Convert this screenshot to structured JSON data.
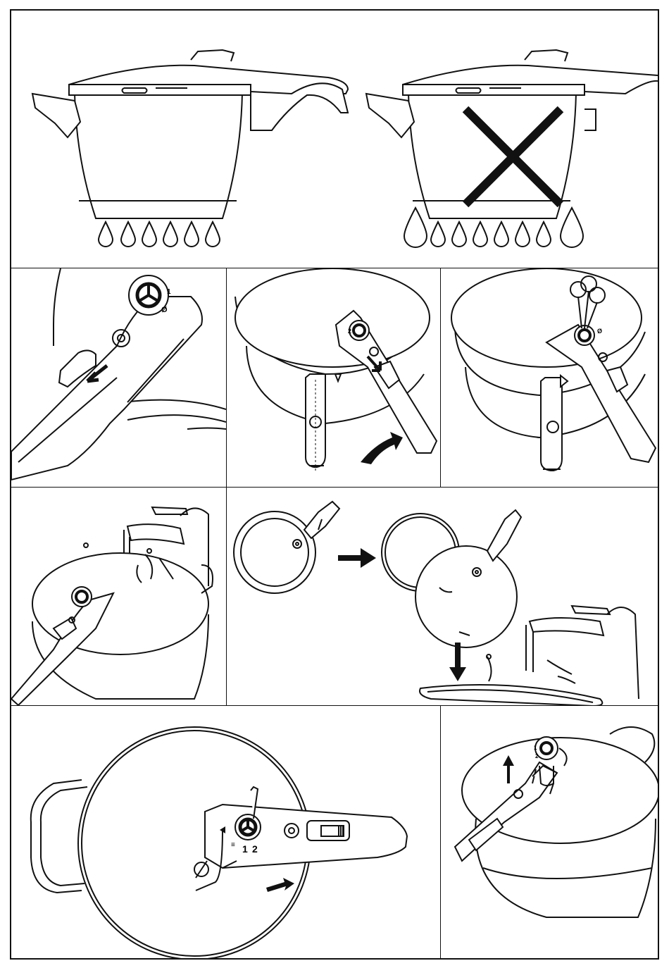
{
  "figure": {
    "dial_numbers": {
      "one": "1",
      "two": "2"
    },
    "symbols": {
      "steam_release": "Ø",
      "pressure_lines": "≡"
    },
    "icons": [
      "no-cross-icon",
      "arrow-icon",
      "curved-arrow-icon",
      "water-drop-icon",
      "steam-bubble-icon",
      "faucet-icon",
      "valve-dial-icon"
    ],
    "colors": {
      "line": "#111111",
      "fill": "#ffffff"
    }
  }
}
